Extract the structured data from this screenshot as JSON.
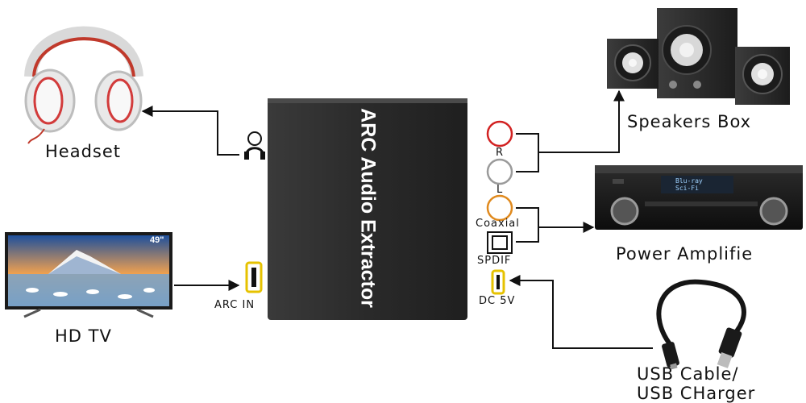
{
  "device": {
    "name": "ARC Audio Extractor",
    "ports": {
      "right_channel": "R",
      "left_channel": "L",
      "coaxial": "Coaxial",
      "spdif": "SPDIF",
      "power": "DC 5V",
      "arc_input": "ARC IN"
    }
  },
  "peripherals": {
    "headset": "Headset",
    "hd_tv": "HD TV",
    "tv_size_badge": "49\"",
    "speakers": "Speakers Box",
    "amplifier": "Power Amplifie",
    "amplifier_display_line1": "Blu-ray",
    "amplifier_display_line2": "Sci-Fi",
    "usb_line1": "USB Cable/",
    "usb_line2": "USB CHarger"
  },
  "colors": {
    "device_body": "#2b2b2b",
    "rca_red": "#d22222",
    "rca_white": "#9a9a9a",
    "coaxial_orange": "#e08a1e",
    "hdmi_yellow": "#e6c200",
    "connector_line": "#111111"
  }
}
